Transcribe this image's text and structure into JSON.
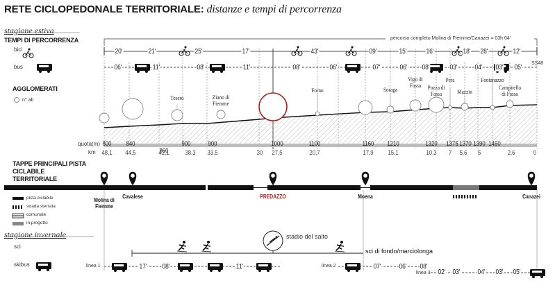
{
  "header": {
    "title": "RETE CICLOPEDONALE TERRITORIALE:",
    "subtitle": "distanze e tempi di percorrenza"
  },
  "summer": {
    "section_label": "stagione estiva",
    "times_header": "TEMPI DI PERCORRENZA",
    "bike_label": "bici",
    "bus_label": "bus",
    "route_total": "percorso completo Molina di Fiemme/Canazei = 03h 04'",
    "bike_times": [
      "20'",
      "21'",
      "25'",
      "17'",
      "43'",
      "09'",
      "15'",
      "16'",
      "18'",
      "28'",
      "12'"
    ],
    "bus_times": [
      "06'",
      "11'",
      "08'",
      "11'",
      "08'",
      "06'",
      "07'",
      "06'",
      "08'",
      "03'",
      "04'",
      "03'",
      "05'"
    ],
    "bus_end_label": "SS48",
    "towns_header": "AGGLOMERATI",
    "towns_legend": "n° ab",
    "towns": [
      {
        "name": "Tesero",
        "ab": 2800
      },
      {
        "name": "Ziano di Fiemme",
        "ab": 1600
      },
      {
        "name": "Forno",
        "ab": 200
      },
      {
        "name": "Soraga",
        "ab": 700
      },
      {
        "name": "Vigo di Fassa",
        "ab": 1100
      },
      {
        "name": "Pozza di Fassa",
        "ab": 2100
      },
      {
        "name": "Pera",
        "ab": 200
      },
      {
        "name": "Mazzin",
        "ab": 450
      },
      {
        "name": "Fontanazzo",
        "ab": 200
      },
      {
        "name": "Campitello di Fassa",
        "ab": 700
      }
    ],
    "elev_label": "quota(m)",
    "km_label": "km",
    "quote": [
      "800",
      "840",
      "860",
      "900",
      "900",
      "1000",
      "1100",
      "1160",
      "1210",
      "1320",
      "1375",
      "1370",
      "1390",
      "1450"
    ],
    "km": [
      "48,1",
      "44,5",
      "42,1",
      "38,3",
      "33,5",
      "30",
      "27,5",
      "20,7",
      "17,9",
      "15,1",
      "10,3",
      "7",
      "5,6",
      "5",
      "2,6",
      "0"
    ],
    "stages_header": "TAPPE PRINCIPALI PISTA CICLABILE TERRITORIALE",
    "stages": [
      "Molina di Fiemme",
      "Cavalese",
      "PREDAZZO",
      "Moena",
      "Canazei"
    ],
    "legend": [
      "pista ciclabile",
      "strada sterrata",
      "comunale",
      "in progetto"
    ]
  },
  "winter": {
    "section_label": "stagione invernale",
    "ski_label": "sci",
    "skibus_label": "skibus",
    "stadium_label": "stadio del salto",
    "ski_route_label": "sci di fondo/marciolonga",
    "lines": [
      "linea 1",
      "linea 2",
      "linea 3"
    ],
    "skibus_times_1": [
      "17'",
      "08'",
      "11'"
    ],
    "skibus_times_2": [
      "07'",
      "06'",
      "08'"
    ],
    "skibus_times_3": [
      "02'",
      "03'",
      "04'",
      "03'",
      "05'"
    ]
  },
  "colors": {
    "ink": "#1a1a1a",
    "accent": "#b31b1b",
    "hatch": "#bdbdbd"
  }
}
